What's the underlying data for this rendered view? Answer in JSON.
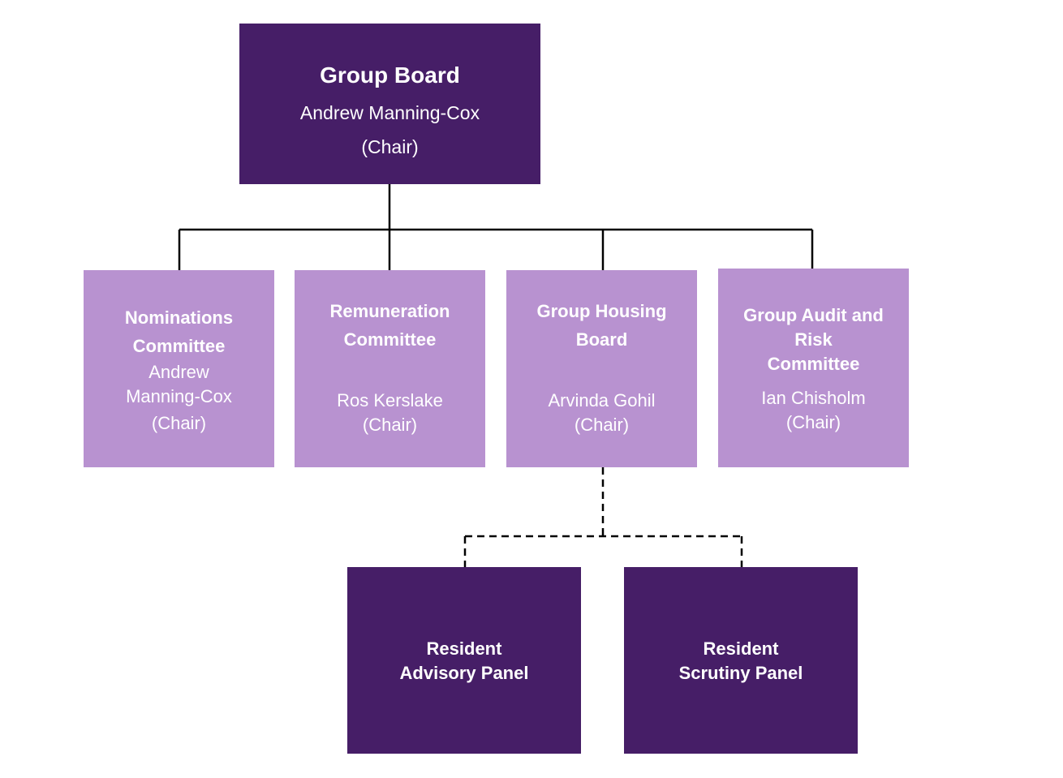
{
  "colors": {
    "dark": "#461e67",
    "light": "#b892d0",
    "line": "#000000"
  },
  "root": {
    "title": "Group Board",
    "name": "Andrew Manning-Cox",
    "role": "(Chair)"
  },
  "committees": [
    {
      "title_lines": [
        "Nominations",
        "Committee"
      ],
      "name_lines": [
        "Andrew",
        "Manning-Cox"
      ],
      "role": "(Chair)"
    },
    {
      "title_lines": [
        "Remuneration",
        "Committee"
      ],
      "name_lines": [
        "Ros Kerslake"
      ],
      "role": "(Chair)"
    },
    {
      "title_lines": [
        "Group Housing",
        "Board"
      ],
      "name_lines": [
        "Arvinda Gohil"
      ],
      "role": "(Chair)"
    },
    {
      "title_lines": [
        "Group Audit and",
        "Risk",
        "Committee"
      ],
      "name_lines": [
        "Ian Chisholm"
      ],
      "role": "(Chair)"
    }
  ],
  "panels": [
    {
      "title_lines": [
        "Resident",
        "Advisory Panel"
      ]
    },
    {
      "title_lines": [
        "Resident",
        "Scrutiny Panel"
      ]
    }
  ]
}
